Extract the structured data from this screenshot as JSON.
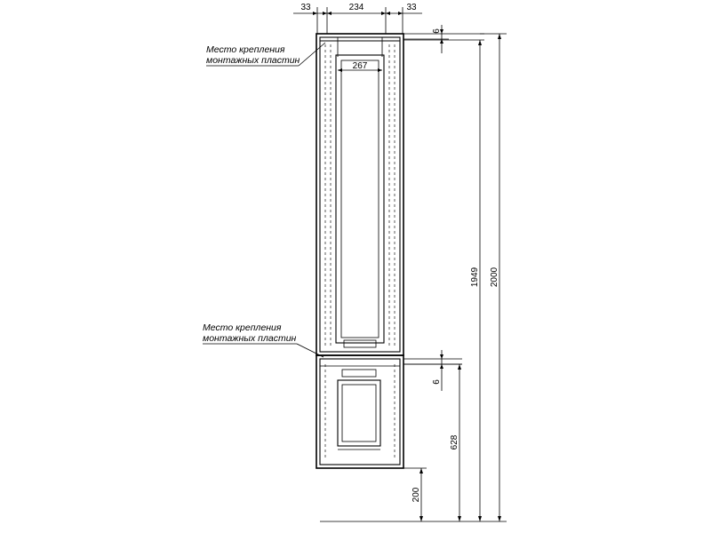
{
  "dimensions": {
    "side_left": "33",
    "center_width": "234",
    "side_right": "33",
    "top_gap": "6",
    "inner_width": "267",
    "height_upper": "1949",
    "height_total": "2000",
    "height_lower_gap": "6",
    "height_lower": "628",
    "height_floor": "200"
  },
  "labels": {
    "mount_top_line1": "Место крепления",
    "mount_top_line2": "монтажных пластин",
    "mount_bottom_line1": "Место крепления",
    "mount_bottom_line2": "монтажных пластин"
  }
}
